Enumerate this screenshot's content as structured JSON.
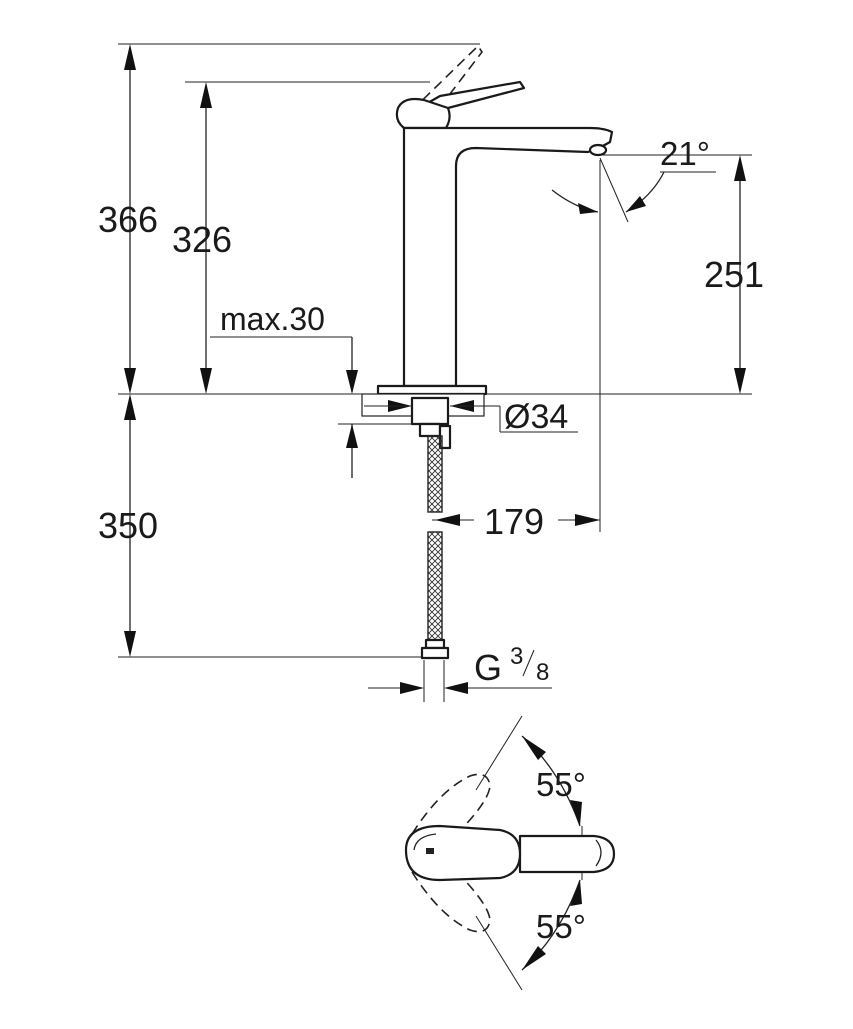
{
  "drawing": {
    "colors": {
      "line": "#222222",
      "background": "#ffffff"
    },
    "side_view": {
      "dimensions": {
        "total_height": "366",
        "spout_height": "326",
        "max_counter_thickness": "max.30",
        "outlet_height": "251",
        "angle_outlet": "21°",
        "hole_diameter": "Ø34",
        "projection": "179",
        "hose_length": "350",
        "thread_prefix": "G ",
        "thread_numerator": "3",
        "thread_denominator": "8"
      }
    },
    "top_view": {
      "angle_upper": "55°",
      "angle_lower": "55°"
    }
  }
}
